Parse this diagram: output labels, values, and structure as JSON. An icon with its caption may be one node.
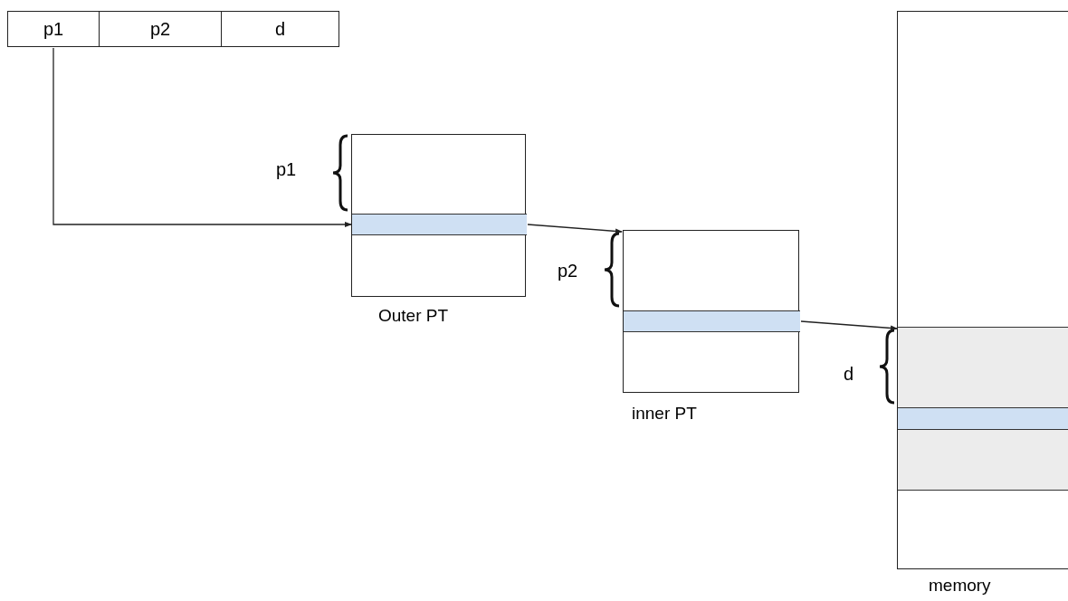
{
  "diagram": {
    "nodes": [
      {
        "text": [
          "p1"
        ]
      },
      {
        "text": [
          "p2"
        ]
      },
      {
        "text": [
          "d"
        ]
      },
      {
        "text": [
          "Outer PT"
        ]
      },
      {
        "text": [],
        "shape": "bar",
        "in": 3
      },
      {
        "text": [
          "inner PT"
        ]
      },
      {
        "text": [],
        "shape": "bar",
        "in": 5
      },
      {
        "text": [
          "memory"
        ]
      },
      {
        "text": [],
        "shape": "box",
        "in": 7
      },
      {
        "text": [],
        "shape": "bar",
        "in": 8
      }
    ],
    "edges": [
      {
        "from": 0,
        "to": 4,
        "arrow": "to"
      },
      {
        "from": 4,
        "to": 5,
        "arrow": "to"
      },
      {
        "from": 6,
        "to": 8,
        "arrow": "to"
      }
    ],
    "labels": [
      "p1",
      "p2",
      "d"
    ]
  }
}
